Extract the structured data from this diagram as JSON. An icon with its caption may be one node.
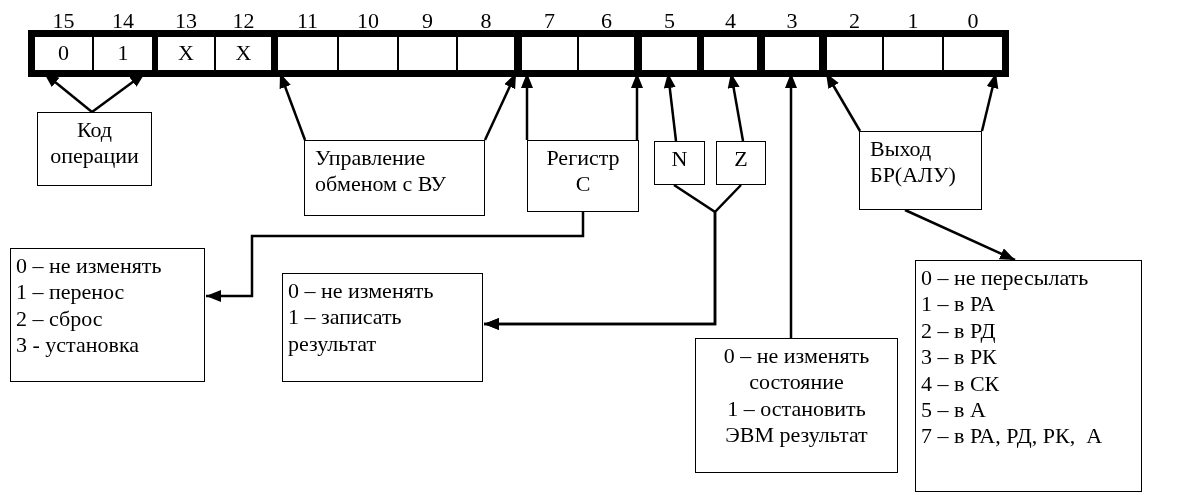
{
  "diagram": {
    "nodes": [
      {
        "text": [
          "0"
        ],
        "beside": [
          "15"
        ]
      },
      {
        "text": [
          "1"
        ],
        "beside": [
          "14"
        ]
      },
      {
        "text": [
          "X"
        ],
        "beside": [
          "13"
        ]
      },
      {
        "text": [
          "X"
        ],
        "beside": [
          "12"
        ]
      },
      {
        "text": [],
        "shape": "box",
        "beside": [
          "11"
        ]
      },
      {
        "text": [],
        "shape": "box",
        "beside": [
          "10"
        ]
      },
      {
        "text": [],
        "shape": "box",
        "beside": [
          "9"
        ]
      },
      {
        "text": [],
        "shape": "box",
        "beside": [
          "8"
        ]
      },
      {
        "text": [],
        "shape": "box",
        "beside": [
          "7"
        ]
      },
      {
        "text": [],
        "shape": "box",
        "beside": [
          "6"
        ]
      },
      {
        "text": [],
        "shape": "box",
        "beside": [
          "5"
        ]
      },
      {
        "text": [],
        "shape": "box",
        "beside": [
          "4"
        ]
      },
      {
        "text": [],
        "shape": "box",
        "beside": [
          "3"
        ]
      },
      {
        "text": [],
        "shape": "box",
        "beside": [
          "2"
        ]
      },
      {
        "text": [],
        "shape": "box",
        "beside": [
          "1"
        ]
      },
      {
        "text": [],
        "shape": "box",
        "beside": [
          "0"
        ]
      },
      {
        "text": [
          "Код операции"
        ]
      },
      {
        "text": [
          "Управление обменом с ВУ"
        ]
      },
      {
        "text": [
          "Регистр С"
        ]
      },
      {
        "text": [
          "N"
        ]
      },
      {
        "text": [
          "Z"
        ]
      },
      {
        "text": [
          "Выход БР(АЛУ)"
        ]
      },
      {
        "text": [
          "0 – не изменять",
          "1 – перенос",
          "2 – сброс",
          "3 - установка"
        ]
      },
      {
        "text": [
          "0 – не изменять",
          "1 – записать результат"
        ]
      },
      {
        "text": [
          "0 – не изменять состояние",
          "1 – остановить ЭВМ результат"
        ]
      },
      {
        "text": [
          "0 – не пересылать",
          "1 – в РА",
          "2 – в РД",
          "3 – в РК",
          "4 – в СК",
          "5 – в А",
          "7 – в РА, РД, РК,  А"
        ]
      }
    ],
    "edges": [
      {
        "from": 16,
        "to": 0,
        "arrow": "to"
      },
      {
        "from": 16,
        "to": 1,
        "arrow": "to"
      },
      {
        "from": 17,
        "to": 4,
        "arrow": "to"
      },
      {
        "from": 17,
        "to": 7,
        "arrow": "to"
      },
      {
        "from": 18,
        "to": 8,
        "arrow": "to"
      },
      {
        "from": 18,
        "to": 9,
        "arrow": "to"
      },
      {
        "from": 19,
        "to": 10,
        "arrow": "to"
      },
      {
        "from": 20,
        "to": 11,
        "arrow": "to"
      },
      {
        "from": 24,
        "to": 12,
        "arrow": "to"
      },
      {
        "from": 21,
        "to": 13,
        "arrow": "to"
      },
      {
        "from": 21,
        "to": 15,
        "arrow": "to"
      },
      {
        "from": 18,
        "to": 22,
        "arrow": "to"
      },
      {
        "from": 19,
        "to": 23,
        "arrow": "to"
      },
      {
        "from": 20,
        "to": 23,
        "arrow": "to"
      },
      {
        "from": 21,
        "to": 25,
        "arrow": "to"
      }
    ]
  }
}
